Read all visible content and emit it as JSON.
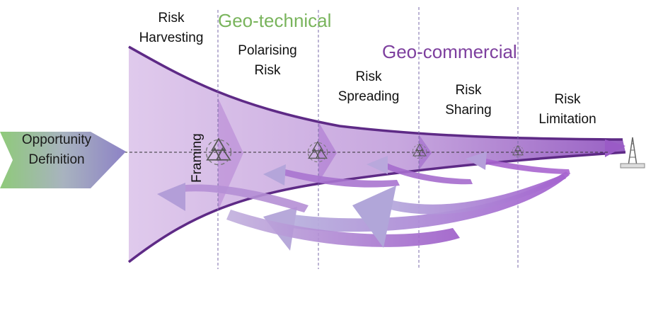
{
  "diagram": {
    "opportunity_label": "Opportunity\nDefinition",
    "framing_label": "Framing",
    "geo_technical_label": "Geo-technical",
    "geo_commercial_label": "Geo-commercial",
    "stages": [
      {
        "label": "Risk\nHarvesting"
      },
      {
        "label": "Polarising\nRisk"
      },
      {
        "label": "Risk\nSpreading"
      },
      {
        "label": "Risk\nSharing"
      },
      {
        "label": "Risk\nLimitation"
      }
    ],
    "icons": [
      "recycle-icon",
      "recycle-icon",
      "recycle-icon",
      "recycle-icon",
      "oil-rig-icon"
    ],
    "colors": {
      "geo_technical": "#79b45c",
      "geo_commercial": "#7d3f9e",
      "funnel_fill": "#b07fc9",
      "funnel_edge": "#5a2a7a",
      "arrow_green": "#8ec07c",
      "arrow_purple": "#7a5aa8"
    }
  }
}
